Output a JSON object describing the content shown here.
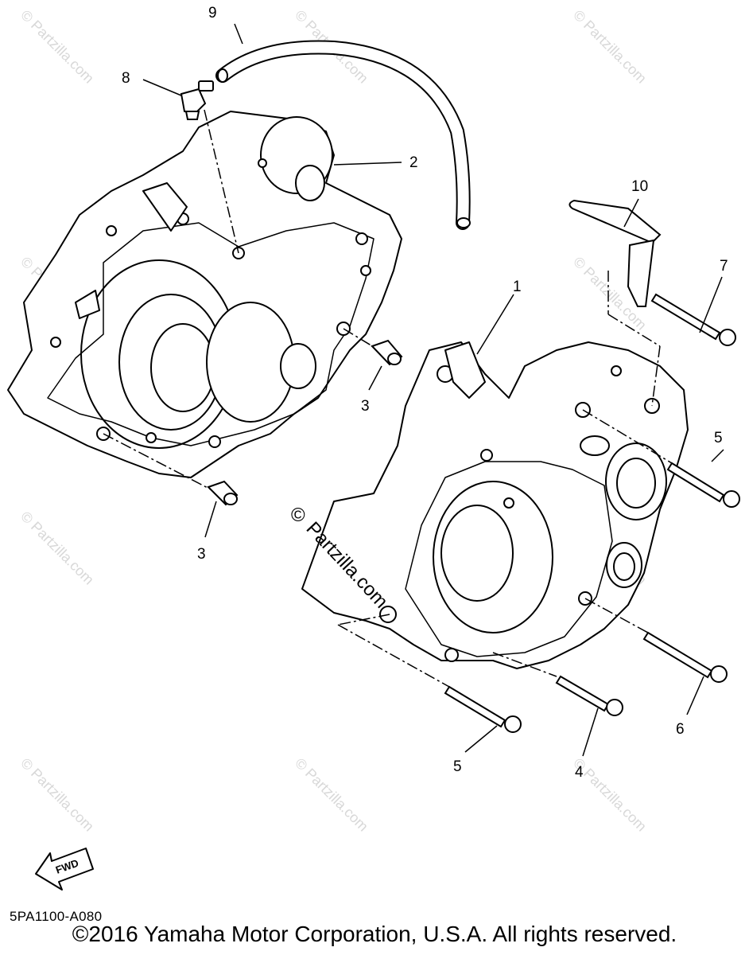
{
  "diagram": {
    "callouts": {
      "c1": "1",
      "c2": "2",
      "c3a": "3",
      "c3b": "3",
      "c4": "4",
      "c5a": "5",
      "c5b": "5",
      "c6": "6",
      "c7": "7",
      "c8": "8",
      "c9": "9",
      "c10": "10"
    },
    "fwd_label": "FWD",
    "watermark_small": "© Partzilla.com",
    "watermark_big_symbol": "©",
    "watermark_big_text": "Partzilla.com"
  },
  "footer": {
    "part_code": "5PA1100-A080",
    "copyright": "©2016  Yamaha Motor Corporation, U.S.A. All rights reserved."
  }
}
